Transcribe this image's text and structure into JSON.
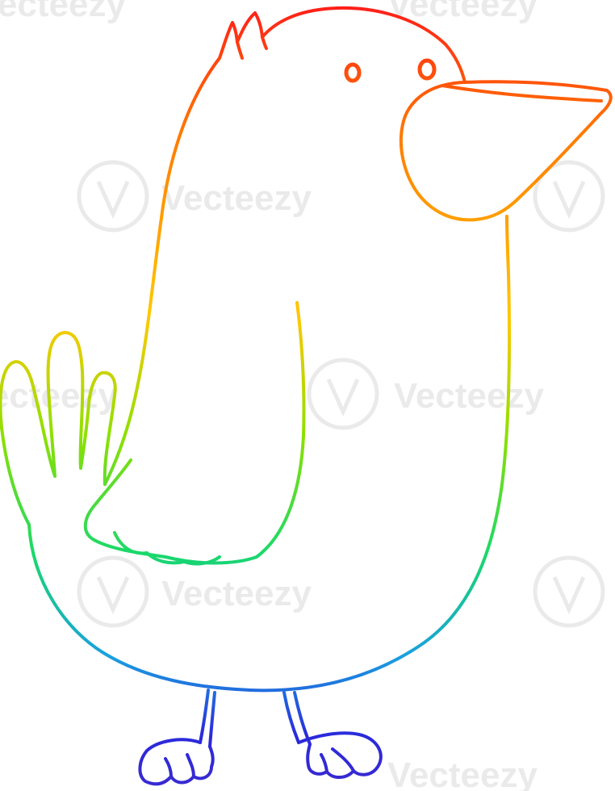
{
  "illustration": {
    "subject": "cartoon bird",
    "style": "rainbow gradient line drawing",
    "gradient_colors": [
      "#ff1a1a",
      "#ff7a00",
      "#ffd000",
      "#7ee000",
      "#19d96a",
      "#1aa0e0",
      "#2a2adb"
    ],
    "background_color": "#ffffff"
  },
  "watermark": {
    "text": "Vecteezy",
    "icon": "vecteezy-v-logo"
  }
}
